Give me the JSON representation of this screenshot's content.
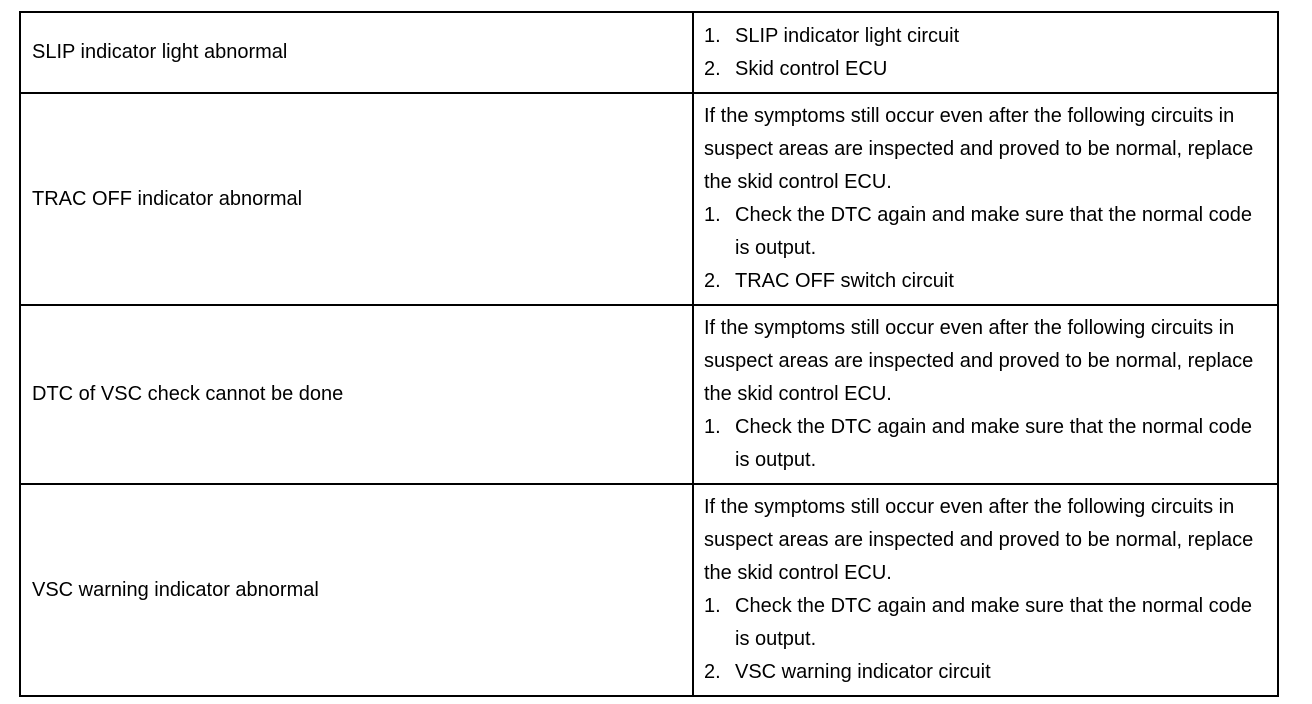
{
  "rows": [
    {
      "symptom": "SLIP indicator light abnormal",
      "intro": "",
      "steps": [
        {
          "num": "1.",
          "text": "SLIP indicator light circuit"
        },
        {
          "num": "2.",
          "text": "Skid control ECU"
        }
      ]
    },
    {
      "symptom": "TRAC OFF indicator abnormal",
      "intro": "If the symptoms still occur even after the following circuits in suspect areas are inspected and proved to be normal, replace the skid control ECU.",
      "steps": [
        {
          "num": "1.",
          "text": "Check the DTC again and make sure that the normal code is output."
        },
        {
          "num": "2.",
          "text": "TRAC OFF switch circuit"
        }
      ]
    },
    {
      "symptom": "DTC of VSC check cannot be done",
      "intro": "If the symptoms still occur even after the following circuits in suspect areas are inspected and proved to be normal, replace the skid control ECU.",
      "steps": [
        {
          "num": "1.",
          "text": "Check the DTC again and make sure that the normal code is output."
        }
      ]
    },
    {
      "symptom": "VSC warning indicator abnormal",
      "intro": "If the symptoms still occur even after the following circuits in suspect areas are inspected and proved to be normal, replace the skid control ECU.",
      "steps": [
        {
          "num": "1.",
          "text": "Check the DTC again and make sure that the normal code is output."
        },
        {
          "num": "2.",
          "text": "VSC warning indicator circuit"
        }
      ]
    }
  ]
}
